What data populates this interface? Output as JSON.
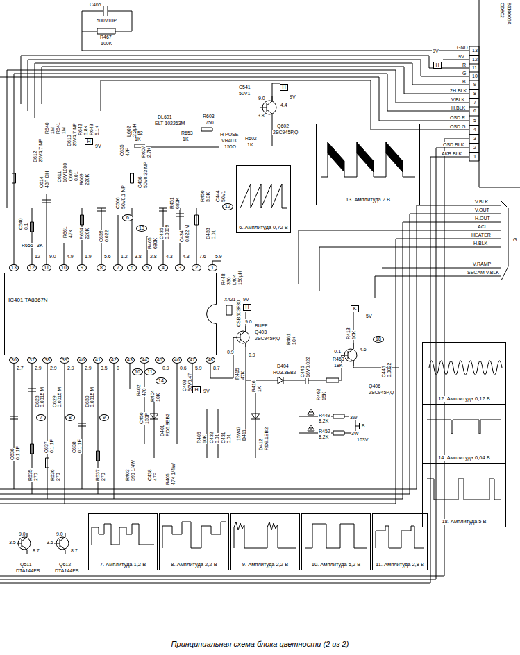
{
  "diagram": {
    "caption": "Принципиальная схема блока цветности (2 из 2)",
    "nodes": [
      {
        "text": [
          "H"
        ]
      },
      {
        "text": [
          "H"
        ]
      },
      {
        "text": [
          "H"
        ]
      },
      {
        "text": [
          "13. Амплитуда 2 В"
        ]
      },
      {
        "text": [
          "6"
        ]
      },
      {
        "text": [
          "13"
        ]
      },
      {
        "text": [
          "6. Амплитуда 0,72 В"
        ]
      },
      {
        "text": [
          "12"
        ]
      },
      {
        "text": [
          "IC401 TA8867N"
        ]
      },
      {
        "text": [
          "13"
        ]
      },
      {
        "text": [
          "12"
        ]
      },
      {
        "text": [
          "11"
        ]
      },
      {
        "text": [
          "10"
        ]
      },
      {
        "text": [
          "9"
        ]
      },
      {
        "text": [
          "8"
        ]
      },
      {
        "text": [
          "7"
        ]
      },
      {
        "text": [
          "6"
        ]
      },
      {
        "text": [
          "5"
        ]
      },
      {
        "text": [
          "4"
        ]
      },
      {
        "text": [
          "3"
        ]
      },
      {
        "text": [
          "2"
        ]
      },
      {
        "text": [
          "1"
        ]
      },
      {
        "text": [
          "36"
        ]
      },
      {
        "text": [
          "37"
        ]
      },
      {
        "text": [
          "38"
        ]
      },
      {
        "text": [
          "39"
        ]
      },
      {
        "text": [
          "40"
        ]
      },
      {
        "text": [
          "41"
        ]
      },
      {
        "text": [
          "42"
        ]
      },
      {
        "text": [
          "43"
        ]
      },
      {
        "text": [
          "44"
        ]
      },
      {
        "text": [
          "45"
        ]
      },
      {
        "text": [
          "46"
        ]
      },
      {
        "text": [
          "47"
        ]
      },
      {
        "text": [
          "48"
        ]
      },
      {
        "text": [
          "H"
        ]
      },
      {
        "text": [
          "K"
        ]
      },
      {
        "text": [
          "18"
        ]
      },
      {
        "text": [
          "10"
        ]
      },
      {
        "text": [
          "11"
        ]
      },
      {
        "text": [
          "14"
        ]
      },
      {
        "text": [
          "H"
        ]
      },
      {
        "text": [
          "B"
        ]
      },
      {
        "text": [
          "12. Амплитуда 0,12 В"
        ]
      },
      {
        "text": [
          "7"
        ]
      },
      {
        "text": [
          "8"
        ]
      },
      {
        "text": [
          "9"
        ]
      },
      {
        "text": [
          "14. Амплитуда 0,64 В"
        ]
      },
      {
        "text": [
          "18. Амплитуда 5 В"
        ]
      },
      {
        "text": [
          "7. Амплитуда 1,2 В"
        ]
      },
      {
        "text": [
          "8. Амплитуда 2,2 В"
        ]
      },
      {
        "text": [
          "9. Амплитуда 2,2 В"
        ]
      },
      {
        "text": [
          "10. Амплитуда 5,2 В"
        ]
      },
      {
        "text": [
          "11. Амплитуда 2,8 В"
        ]
      }
    ],
    "labels": [
      "C465",
      "500V10P",
      "R467",
      "100K",
      "CD802",
      "8110006A",
      "GND",
      "9V",
      "R",
      "G",
      "B",
      "2H BLK",
      "V.BLK",
      "H.BLK",
      "OSD R",
      "OSD G",
      "OSD BLK",
      "AKB BLK",
      "13",
      "12",
      "11",
      "10",
      "9",
      "8",
      "7",
      "6",
      "5",
      "4",
      "3",
      "2",
      "1",
      "9V",
      "C541",
      "50V1",
      "9.0",
      "4.4",
      "3.8",
      "9V",
      "Q602",
      "2SC945P,Q",
      "DL601",
      "ELT-102263M",
      "R652",
      "1K",
      "R603",
      "750",
      "R653",
      "1K",
      "H POSE",
      "VR403",
      "150Ω",
      "R602",
      "1K",
      "R640",
      "1M",
      "R641",
      "1M",
      "C612",
      "25V4.7 NP",
      "C610",
      "25V4.7 NP",
      "R642",
      "6.8K",
      "R643",
      "5.1K",
      "9V",
      "L602",
      "2.2μH",
      "C635",
      "47P",
      "R607",
      "2.7K",
      "C614",
      "43P CH",
      "C611",
      "10V1000",
      "C609",
      "0.01",
      "R609",
      "220K",
      "C606",
      "50V0.1 NP",
      "C436",
      "50V0.33 NP",
      "R451",
      "680K",
      "R450",
      "3.3K",
      "C444",
      "50V1",
      "C640",
      "0.1",
      "R656",
      "3K",
      "R661",
      "47K",
      "R654",
      "220K",
      "C639",
      "0.022",
      "R465",
      "680K",
      "C435",
      "0.0039",
      "C434",
      "0.022 M",
      "C433",
      "0.01",
      "12",
      "9.0",
      "4.9",
      "1.9",
      "5.6",
      "1.2",
      "3.8",
      "2.8",
      "4.3",
      "4.3",
      "7.6",
      "5.9",
      "X421",
      "CSB503F30",
      "R448",
      "330",
      "L404",
      "150μH",
      "2.7",
      "2.9",
      "2.9",
      "2.9",
      "2.9",
      "3.5",
      "0",
      "0.9",
      "0.6",
      "5.9",
      "8.7",
      "C628",
      "0.0015 M",
      "C629",
      "0.0015 M",
      "C630",
      "0.0015 M",
      "C636",
      "0.1 1F",
      "R635",
      "270",
      "C637",
      "0.1 1F",
      "R636",
      "270",
      "C638",
      "0.1 1F",
      "R637",
      "270",
      "C450",
      "150P",
      "R402",
      "470",
      "R404",
      "10K",
      "D401",
      "RD6.8EB2",
      "R403",
      "390 1/4W",
      "C438",
      "47P",
      "R405",
      "47K 1/4W",
      "C403",
      "50V0.47",
      "9V",
      "R406",
      "10K",
      "C432",
      "0.01",
      "C431",
      "0.01",
      "15V47",
      "D411",
      "D412",
      "RD9.1EB2",
      "9.0",
      "BUFF",
      "Q403",
      "2SC945P,Q",
      "9V",
      "0.9",
      "0.9",
      "R415",
      "47K",
      "R416",
      "1K",
      "D404",
      "RO3.3EB2",
      "R461",
      "10K",
      "C445",
      "16V0.022",
      "R463",
      "18K",
      "R462",
      "15K",
      "R449",
      "8.2K",
      "R452",
      "8.2K",
      "3W",
      "3W",
      "103V",
      "R413",
      "10K",
      "5V",
      "4.6",
      "-0.1",
      "Q406",
      "2SC945P,Q",
      "C446",
      "0.0022",
      "V.BLK",
      "V.OUT",
      "H.OUT",
      "ACL",
      "HEATER",
      "H.BLK",
      "G",
      "V.RAMP",
      "SECAM V.BLK",
      "Q511",
      "DTA144ES",
      "Q612",
      "DTA144ES",
      "9.0",
      "3.5",
      "8.7",
      "9.0",
      "3.5",
      "8.7"
    ]
  }
}
